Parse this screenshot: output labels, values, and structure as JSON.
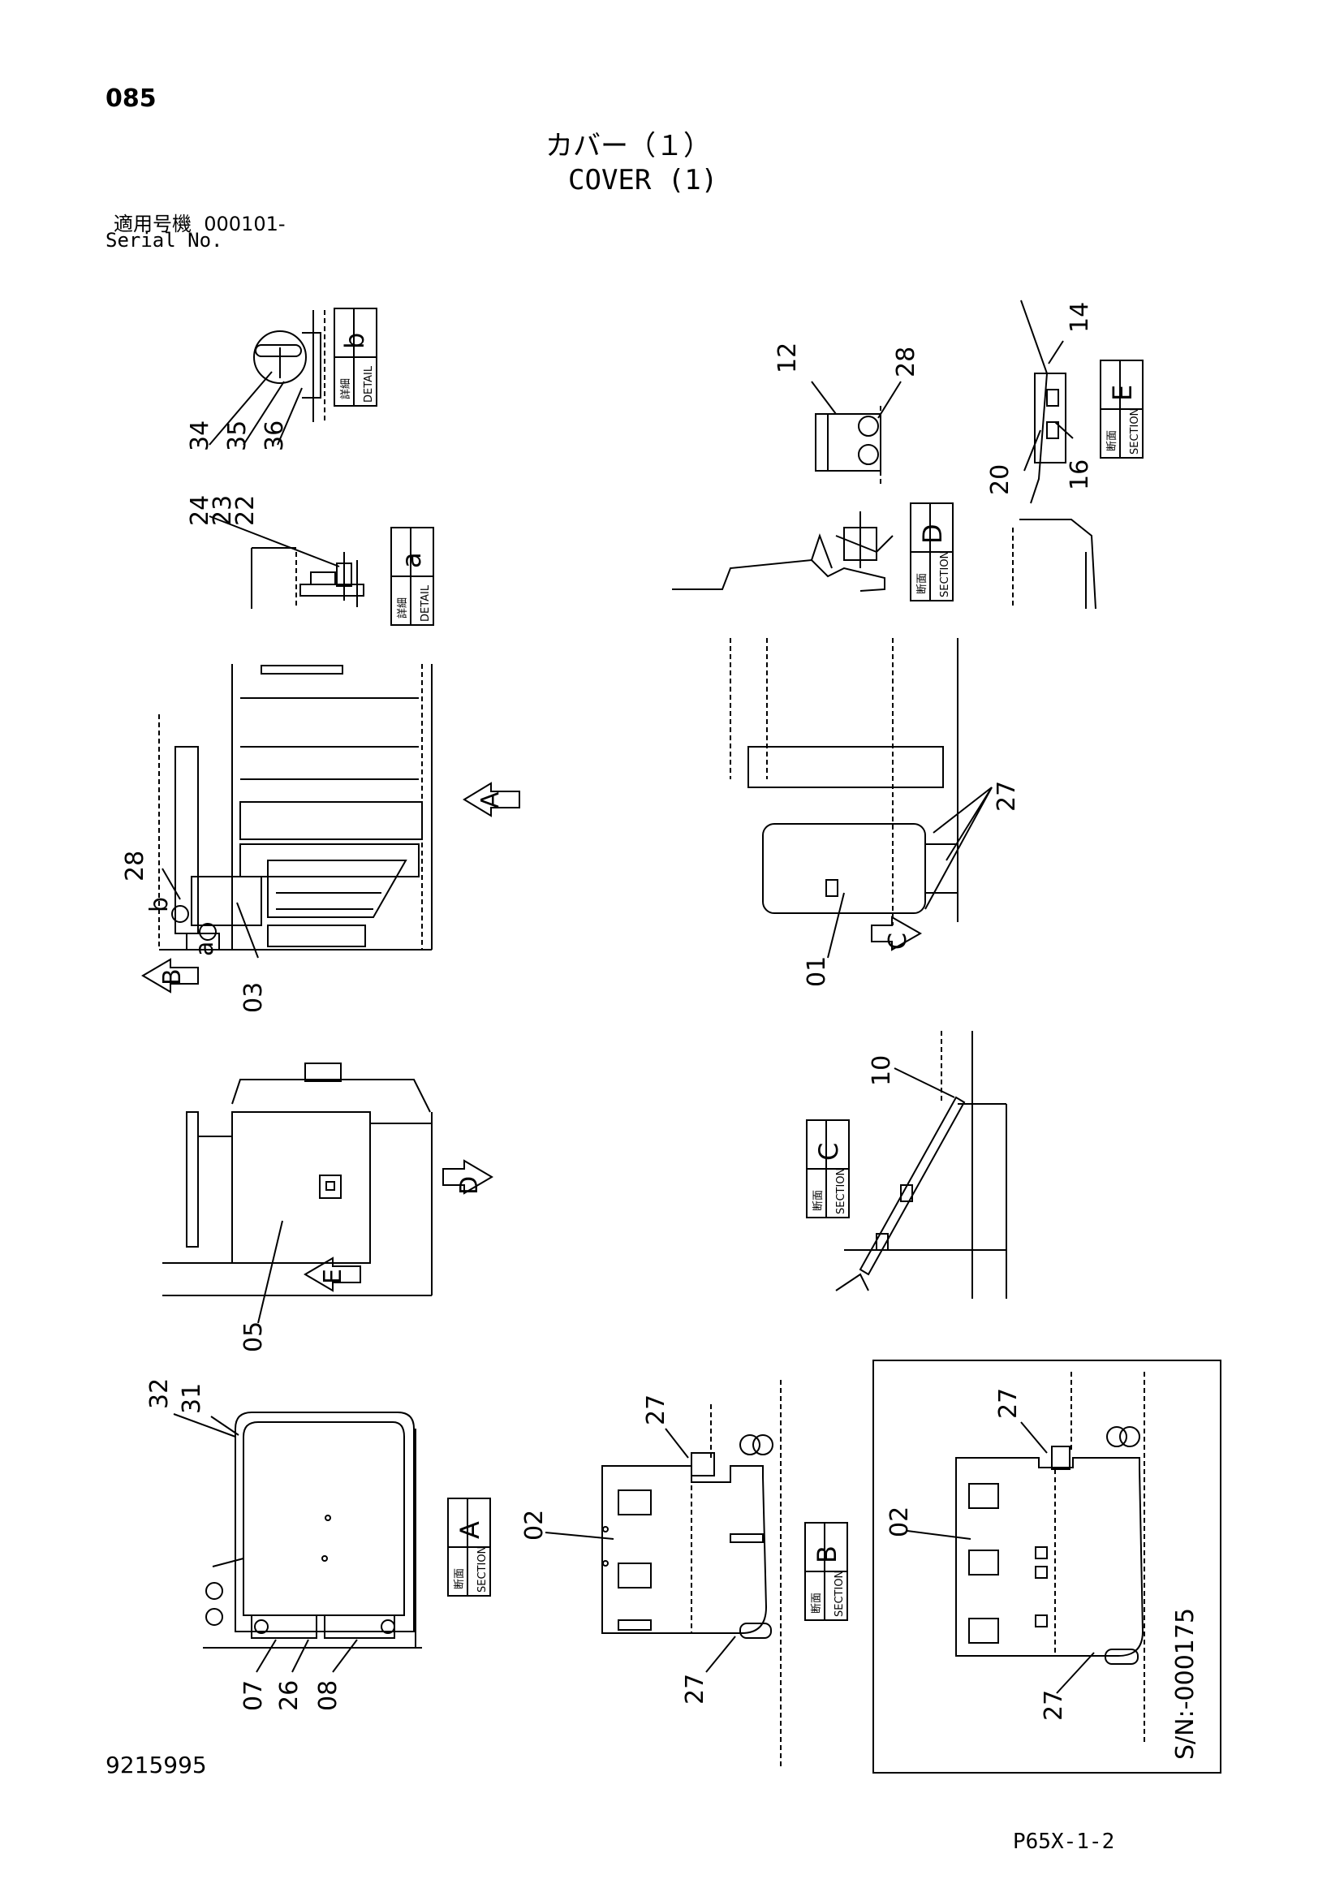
{
  "header": {
    "page_number": "085",
    "title_jp": "カバー（１）",
    "title_en": "COVER (1)",
    "serial_label_jp": "適用号機",
    "serial_value": "000101-",
    "serial_label_en": "Serial No."
  },
  "footer": {
    "drawing_number": "9215995",
    "sheet_code": "P65X-1-2"
  },
  "tags": {
    "detail_jp_a": "詳細",
    "detail_jp_b": "詳細",
    "detail_en": "DETAIL",
    "section_jp": "断面",
    "section_en": "SECTION",
    "detail_a": "a",
    "detail_b": "b",
    "section_a": "A",
    "section_b": "B",
    "section_c": "C",
    "section_d": "D",
    "section_e": "E"
  },
  "view_arrows": {
    "a": "A",
    "b": "B",
    "c": "C",
    "d": "D",
    "e": "E"
  },
  "callouts": {
    "p01": "01",
    "p02_main": "02",
    "p02_alt": "02",
    "p03": "03",
    "p05": "05",
    "p07": "07",
    "p08": "08",
    "p10": "10",
    "p12": "12",
    "p14": "14",
    "p16": "16",
    "p20": "20",
    "p22": "22",
    "p23": "23",
    "p24": "24",
    "p26": "26",
    "p27_c": "27",
    "p27_b_top": "27",
    "p27_b_bottom": "27",
    "p27_alt_top": "27",
    "p27_alt_bottom": "27",
    "p28_d": "28",
    "p28_main": "28",
    "p31": "31",
    "p32": "32",
    "p34": "34",
    "p35": "35",
    "p36": "36",
    "letter_a": "a",
    "letter_b": "b"
  },
  "alt_version_label": "S/N:-000175",
  "colors": {
    "line": "#000000",
    "background": "#ffffff"
  }
}
